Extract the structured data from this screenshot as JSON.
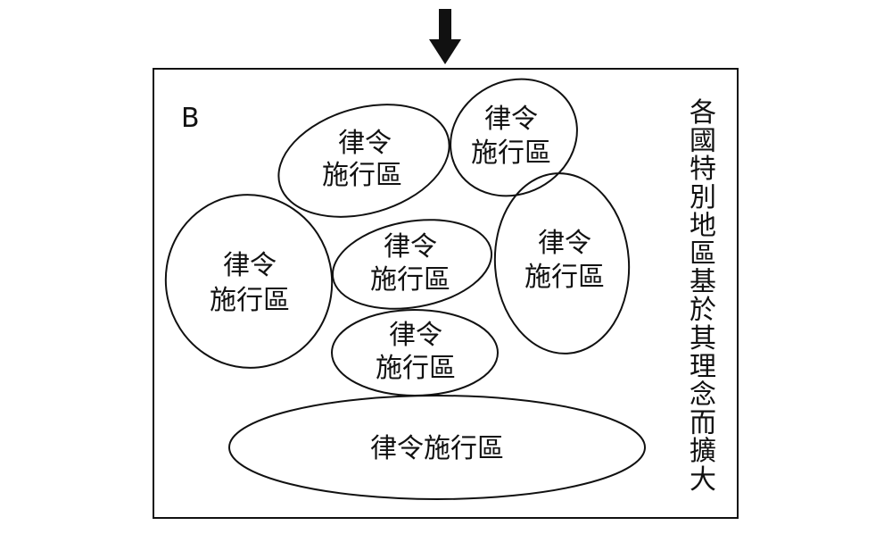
{
  "diagram": {
    "box_label": "B",
    "regions": [
      {
        "line1": "律令",
        "line2": "施行區"
      },
      {
        "line1": "律令",
        "line2": "施行區"
      },
      {
        "line1": "律令",
        "line2": "施行區"
      },
      {
        "line1": "律令",
        "line2": "施行區"
      },
      {
        "line1": "律令",
        "line2": "施行區"
      },
      {
        "line1": "律令",
        "line2": "施行區"
      }
    ],
    "bottom_region": "律令施行區",
    "side_text": [
      "各",
      "國",
      "特",
      "別",
      "地",
      "區",
      "基",
      "於",
      "其",
      "理",
      "念",
      "而",
      "擴",
      "大"
    ]
  },
  "colors": {
    "stroke": "#111111",
    "background": "#ffffff"
  }
}
